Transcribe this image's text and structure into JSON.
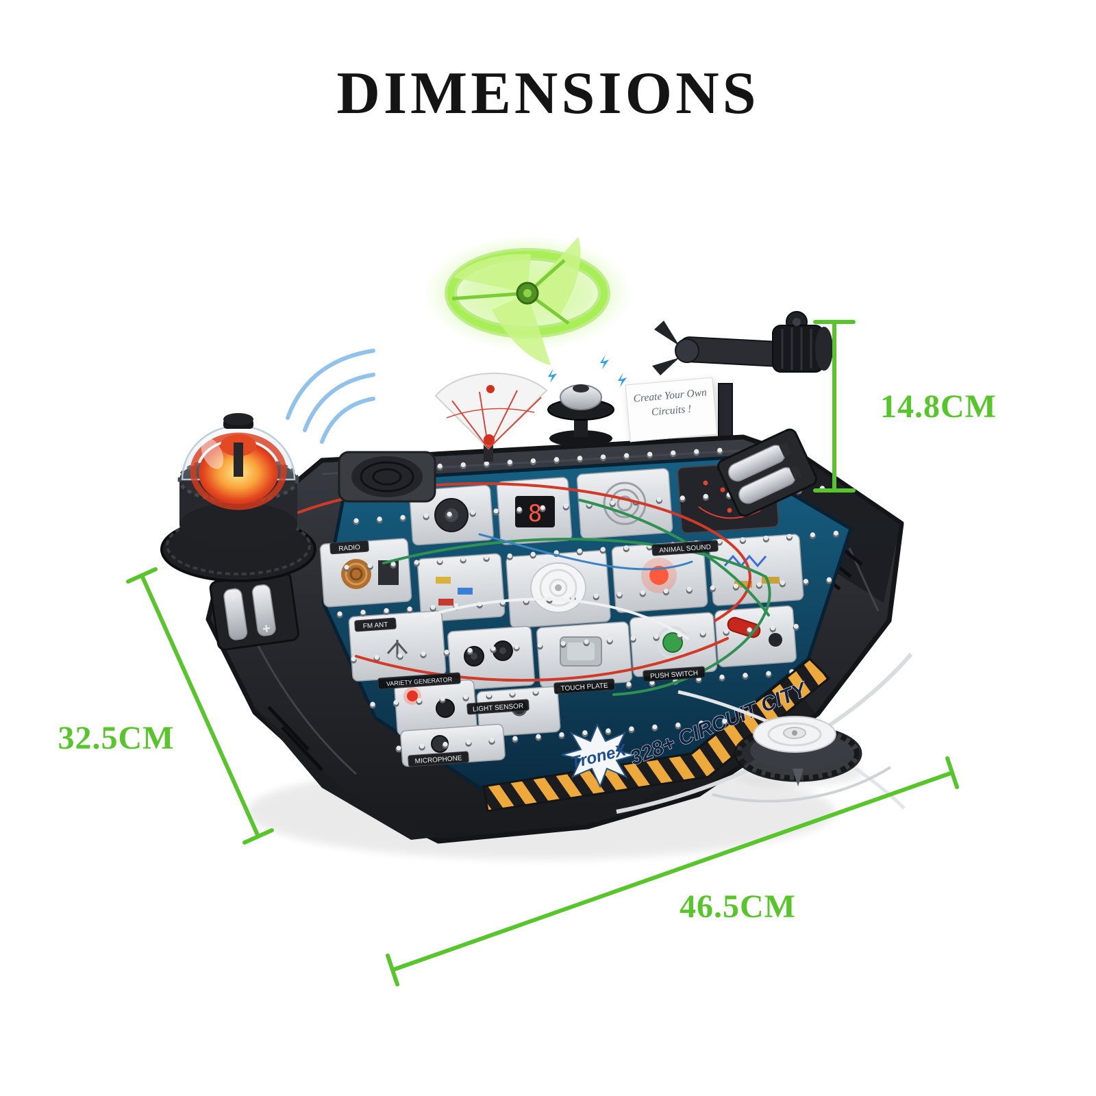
{
  "page": {
    "title": "DIMENSIONS"
  },
  "colors": {
    "accent_green": "#58c52c",
    "hazard_yellow": "#eda93c",
    "body_dark": "#26282d",
    "deck_blue": "#0f3c55"
  },
  "dimensions": {
    "height": {
      "label": "14.8CM"
    },
    "depth": {
      "label": "32.5CM"
    },
    "width": {
      "label": "46.5CM"
    }
  },
  "product": {
    "brand": "TroneX",
    "badge": "328+ CIRCUIT CITY",
    "note_card": "Create Your Own Circuits !",
    "display_digit": "8",
    "panel_labels": {
      "radio": "RADIO",
      "fm_ant": "FM ANT",
      "animal_sound": "ANIMAL SOUND",
      "touch_plate": "TOUCH PLATE",
      "push_switch": "PUSH SWITCH",
      "light_sensor": "LIGHT SENSOR",
      "microphone": "MICROPHONE",
      "variety_generator": "VARIETY GENERATOR"
    }
  }
}
